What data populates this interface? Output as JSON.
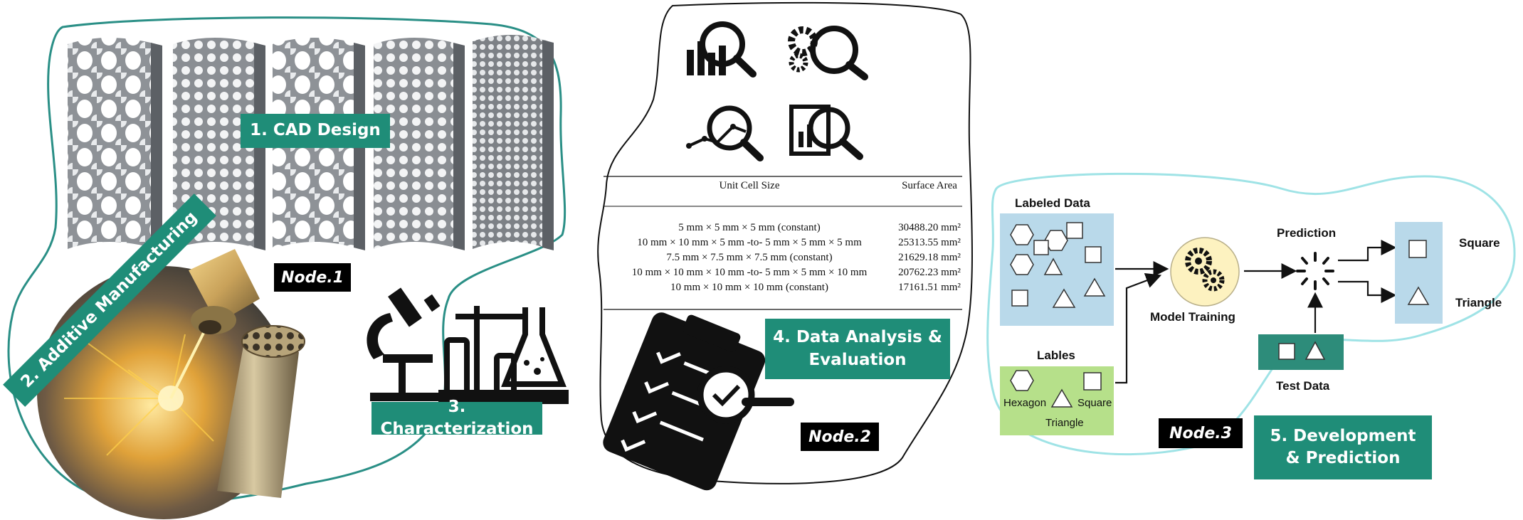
{
  "node1": {
    "title": "Node.1",
    "steps": {
      "cad": "1. CAD Design",
      "am": "2. Additive Manufacturing",
      "char": "3. Characterization"
    }
  },
  "node2": {
    "title": "Node.2",
    "step": {
      "line1": "4. Data Analysis &",
      "line2": "Evaluation"
    },
    "table": {
      "headers": [
        "Unit Cell Size",
        "Surface Area"
      ],
      "rows": [
        {
          "size": "5 mm × 5 mm × 5 mm (constant)",
          "area": "30488.20 mm²"
        },
        {
          "size": "10 mm × 10 mm × 5 mm -to- 5 mm × 5 mm × 5 mm",
          "area": "25313.55 mm²"
        },
        {
          "size": "7.5 mm × 7.5 mm × 7.5 mm (constant)",
          "area": "21629.18 mm²"
        },
        {
          "size": "10 mm × 10 mm × 10 mm -to- 5 mm × 5 mm × 10 mm",
          "area": "20762.23 mm²"
        },
        {
          "size": "10 mm × 10 mm × 10 mm (constant)",
          "area": "17161.51 mm²"
        }
      ]
    }
  },
  "node3": {
    "title": "Node.3",
    "step": {
      "line1": "5. Development",
      "line2": "& Prediction"
    },
    "labeled_data": "Labeled Data",
    "lables": "Lables",
    "hexagon": "Hexagon",
    "square_lbl": "Square",
    "triangle_lbl": "Triangle",
    "model_training": "Model Training",
    "prediction": "Prediction",
    "test_data": "Test Data",
    "out_square": "Square",
    "out_triangle": "Triangle"
  },
  "colors": {
    "teal": "#1f8d78",
    "blob_outline": "#2a8f86",
    "blob3_outline": "#9fe3e6",
    "labeled_bg": "#b9d9ea",
    "lables_bg": "#b6e08a",
    "gear_circle": "#fdf2c0"
  }
}
